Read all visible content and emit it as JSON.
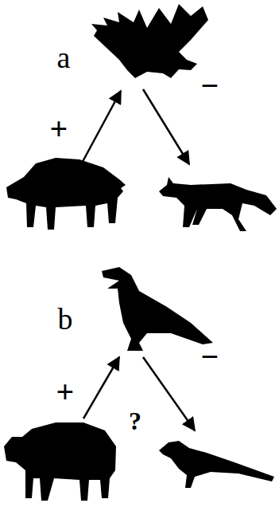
{
  "diagram": {
    "labels": [
      "a",
      "+",
      "−",
      "b",
      "+",
      "?",
      "−"
    ]
  }
}
